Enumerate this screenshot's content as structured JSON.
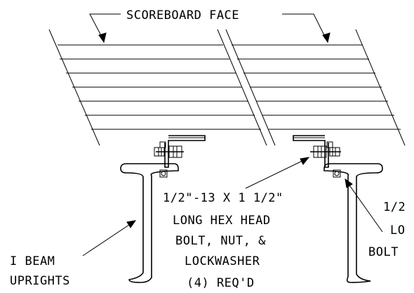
{
  "labels": {
    "scoreboard_face": "SCOREBOARD FACE",
    "bolt_line1": "1/2\"-13 X 1 1/2\"",
    "bolt_line2": "LONG HEX HEAD",
    "bolt_line3": "BOLT, NUT, &",
    "bolt_line4": "LOCKWASHER",
    "bolt_line5": "(4) REQ'D",
    "ibeam_line1": "I BEAM",
    "ibeam_line2": "UPRIGHTS",
    "right_line1": "1/2",
    "right_line2": "LO",
    "right_line3": "BOLT"
  },
  "colors": {
    "ink": "#000000",
    "paper": "#ffffff"
  }
}
